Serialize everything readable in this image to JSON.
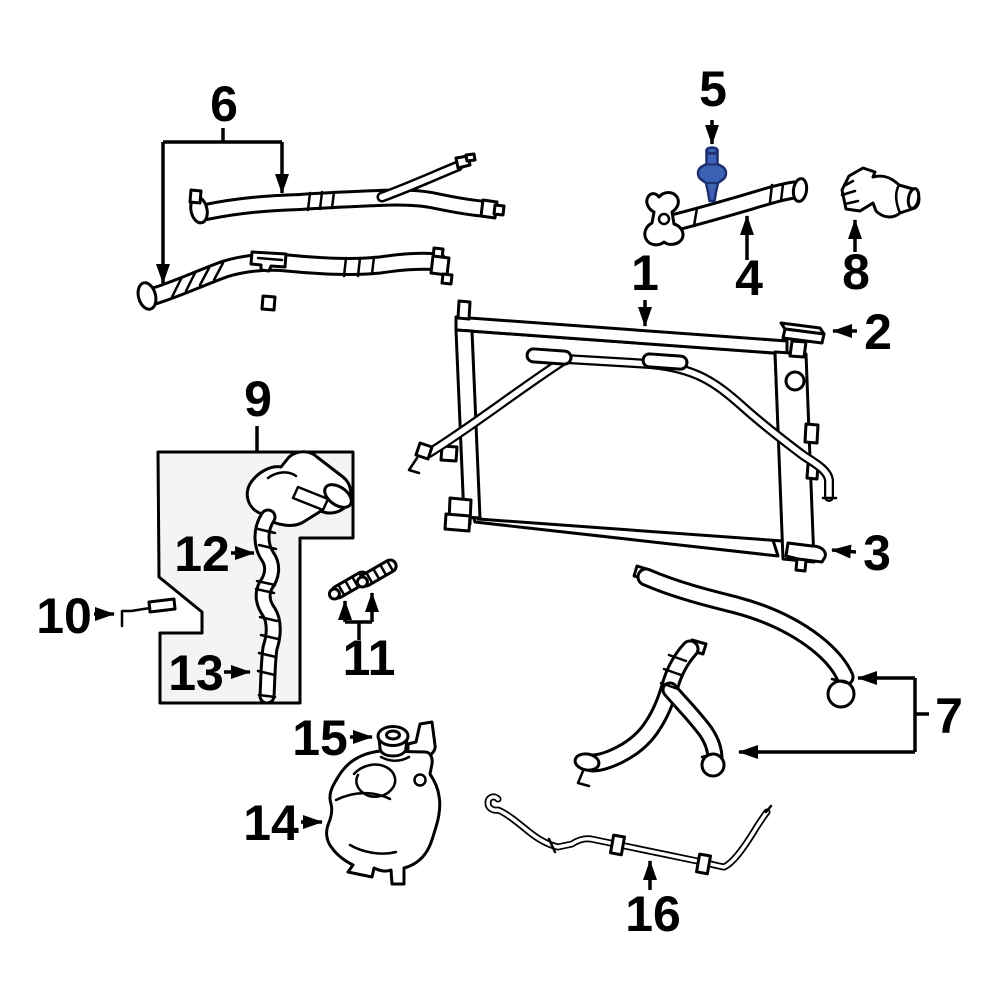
{
  "figure": {
    "kind": "exploded-parts-diagram",
    "background_color": "#ffffff",
    "line_color": "#000000",
    "group_box_fill": "#f4f4f4",
    "highlighted_part_color": "#3b62b5",
    "highlighted_part_outline": "#1c2f6e",
    "highlighted_callout": "5"
  },
  "callouts": [
    {
      "label": "1"
    },
    {
      "label": "2"
    },
    {
      "label": "3"
    },
    {
      "label": "4"
    },
    {
      "label": "5"
    },
    {
      "label": "6"
    },
    {
      "label": "7"
    },
    {
      "label": "8"
    },
    {
      "label": "9"
    },
    {
      "label": "10"
    },
    {
      "label": "11"
    },
    {
      "label": "12"
    },
    {
      "label": "13"
    },
    {
      "label": "14"
    },
    {
      "label": "15"
    },
    {
      "label": "16"
    }
  ]
}
